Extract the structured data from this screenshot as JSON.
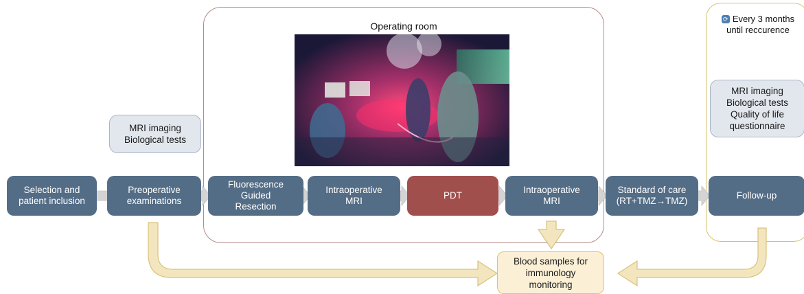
{
  "operating_room": {
    "title": "Operating room",
    "photo_description_icon": "surgery-photo"
  },
  "steps": [
    {
      "label": "Selection and\npatient inclusion",
      "color": "#546d86"
    },
    {
      "label": "Preoperative\nexaminations",
      "color": "#546d86"
    },
    {
      "label": "Fluorescence\nGuided\nResection",
      "color": "#546d86"
    },
    {
      "label": "Intraoperative\nMRI",
      "color": "#546d86"
    },
    {
      "label": "PDT",
      "color": "#a14f4c"
    },
    {
      "label": "Intraoperative\nMRI",
      "color": "#546d86"
    },
    {
      "label": "Standard of care\n(RT+TMZ→TMZ)",
      "color": "#546d86"
    },
    {
      "label": "Follow-up",
      "color": "#546d86"
    }
  ],
  "notes": {
    "preop": "MRI imaging\nBiological tests",
    "followup": "MRI imaging\nBiological tests\nQuality of life\nquestionnaire"
  },
  "followup_repeat": {
    "line1": "Every 3 months",
    "line2": "until reccurence",
    "icon": "repeat-icon"
  },
  "blood_samples": "Blood samples for\nimmunology\nmonitoring",
  "colors": {
    "step_blue": "#546d86",
    "step_red": "#a14f4c",
    "connector_arrow": "#d4d4d4",
    "blood_arrow": "#f3e6bf",
    "or_frame": "#b58a86",
    "followup_frame": "#d6c06a"
  }
}
